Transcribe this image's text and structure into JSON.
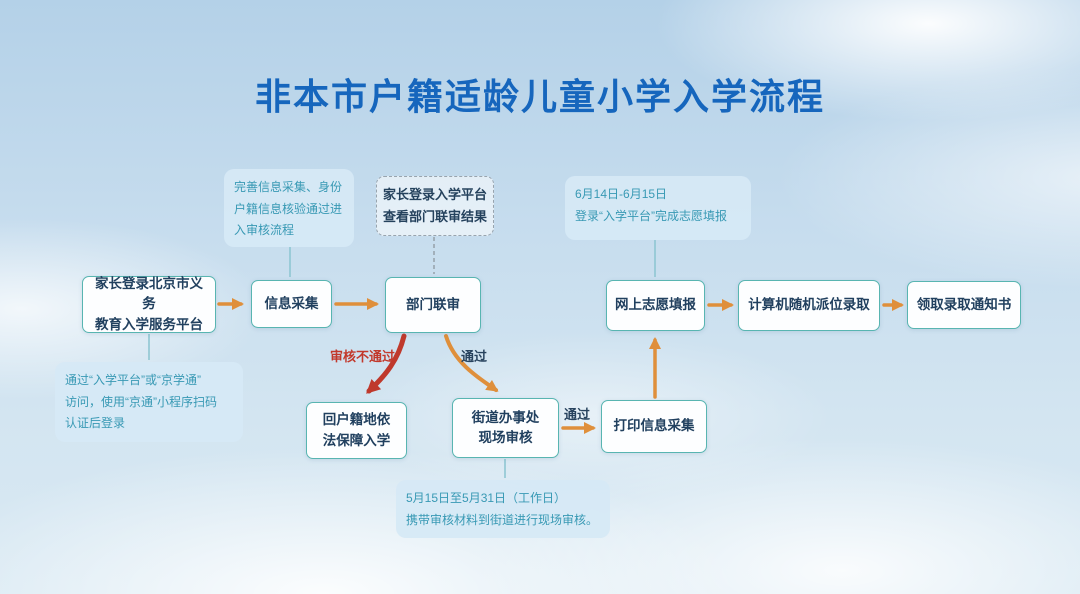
{
  "title": "非本市户籍适龄儿童小学入学流程",
  "flow": {
    "login_platform": "家长登录北京市义务\n教育入学服务平台",
    "info_collection": "信息采集",
    "dept_joint_review": "部门联审",
    "return_registered_home": "回户籍地依\n法保障入学",
    "street_onsite_review": "街道办事处\n现场审核",
    "print_info_collection": "打印信息采集",
    "online_preference": "网上志愿填报",
    "computer_random_assignment": "计算机随机派位录取",
    "receive_admission_notice": "领取录取通知书"
  },
  "notes": {
    "info_note": "完善信息采集、身份\n户籍信息核验通过进\n入审核流程",
    "review_result_note": "家长登录入学平台\n查看部门联审结果",
    "preference_note": "6月14日-6月15日\n登录“入学平台”完成志愿填报",
    "login_note": "通过“入学平台”或“京学通”\n访问，使用“京通”小程序扫码\n认证后登录",
    "street_note": "5月15日至5月31日（工作日）\n携带审核材料到街道进行现场审核。"
  },
  "labels": {
    "review_fail": "审核不通过",
    "pass_down": "通过",
    "pass_right": "通过"
  },
  "colors": {
    "title_blue": "#1666bd",
    "box_border_teal": "#58b5b1",
    "arrow_orange": "#df8f3b",
    "arrow_red": "#bf392c",
    "note_blue": "#d6e9f6"
  }
}
